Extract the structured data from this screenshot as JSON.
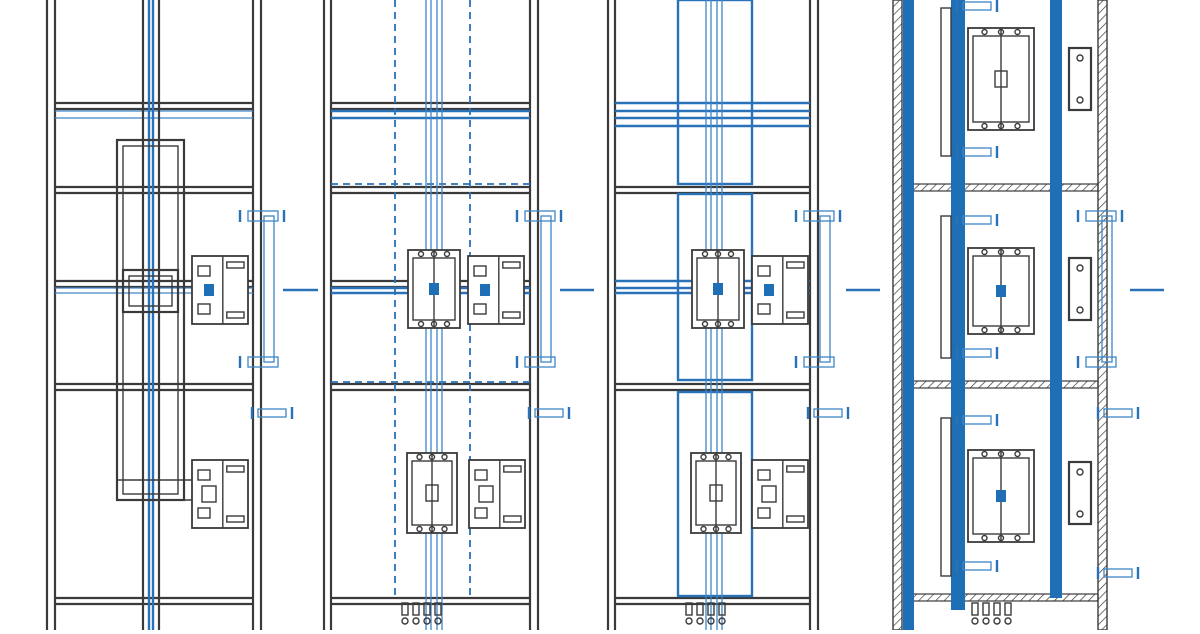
{
  "diagram": {
    "panels": [
      {
        "id": "panel-1",
        "style": "outline-with-thin-conduit"
      },
      {
        "id": "panel-2",
        "style": "dashed-blue-conduit"
      },
      {
        "id": "panel-3",
        "style": "solid-blue-enclosure"
      },
      {
        "id": "panel-4",
        "style": "hatched-cabinet-with-busbars"
      }
    ],
    "components": [
      "circuit-breaker",
      "contactor",
      "terminal-block",
      "busbar",
      "conduit",
      "handle-bracket"
    ]
  },
  "colors": {
    "line": "#3a3a3a",
    "conduit": "#2a72b8",
    "accent_fill": "#1f6fb6",
    "background": "#ffffff"
  }
}
